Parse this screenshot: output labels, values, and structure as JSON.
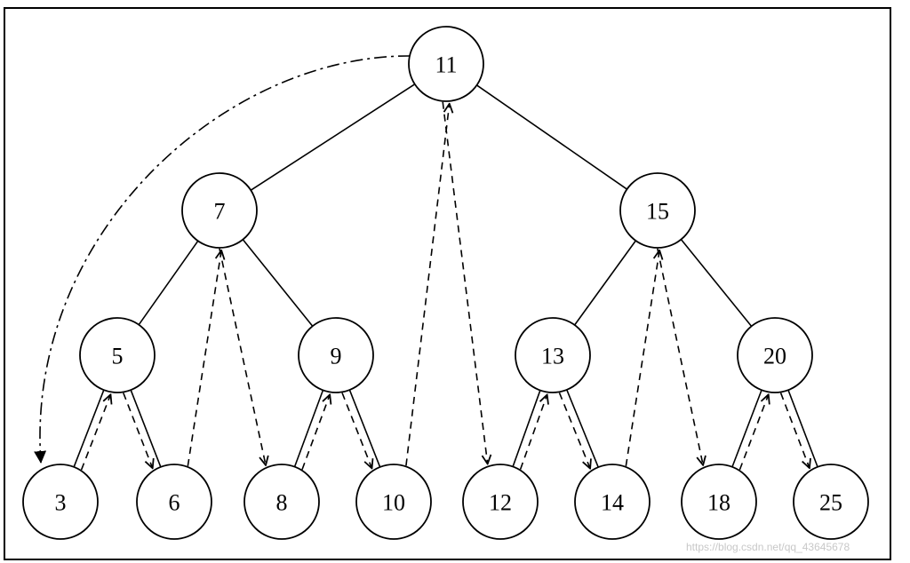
{
  "tree": {
    "nodes": [
      {
        "id": "n11",
        "label": "11"
      },
      {
        "id": "n7",
        "label": "7"
      },
      {
        "id": "n15",
        "label": "15"
      },
      {
        "id": "n5",
        "label": "5"
      },
      {
        "id": "n9",
        "label": "9"
      },
      {
        "id": "n13",
        "label": "13"
      },
      {
        "id": "n20",
        "label": "20"
      },
      {
        "id": "n3",
        "label": "3"
      },
      {
        "id": "n6",
        "label": "6"
      },
      {
        "id": "n8",
        "label": "8"
      },
      {
        "id": "n10",
        "label": "10"
      },
      {
        "id": "n12",
        "label": "12"
      },
      {
        "id": "n14",
        "label": "14"
      },
      {
        "id": "n18",
        "label": "18"
      },
      {
        "id": "n25",
        "label": "25"
      }
    ],
    "edges": [
      [
        "n11",
        "n7"
      ],
      [
        "n11",
        "n15"
      ],
      [
        "n7",
        "n5"
      ],
      [
        "n7",
        "n9"
      ],
      [
        "n15",
        "n13"
      ],
      [
        "n15",
        "n20"
      ],
      [
        "n5",
        "n3"
      ],
      [
        "n5",
        "n6"
      ],
      [
        "n9",
        "n8"
      ],
      [
        "n9",
        "n10"
      ],
      [
        "n13",
        "n12"
      ],
      [
        "n13",
        "n14"
      ],
      [
        "n20",
        "n18"
      ],
      [
        "n20",
        "n25"
      ]
    ],
    "threads": [
      [
        "n3",
        "n5"
      ],
      [
        "n5",
        "n6"
      ],
      [
        "n6",
        "n7"
      ],
      [
        "n7",
        "n8"
      ],
      [
        "n8",
        "n9"
      ],
      [
        "n9",
        "n10"
      ],
      [
        "n10",
        "n11"
      ],
      [
        "n11",
        "n12"
      ],
      [
        "n12",
        "n13"
      ],
      [
        "n13",
        "n14"
      ],
      [
        "n14",
        "n15"
      ],
      [
        "n15",
        "n18"
      ],
      [
        "n18",
        "n20"
      ],
      [
        "n20",
        "n25"
      ]
    ],
    "start_link": [
      "n11",
      "n3"
    ]
  },
  "watermark": "https://blog.csdn.net/qq_43645678"
}
